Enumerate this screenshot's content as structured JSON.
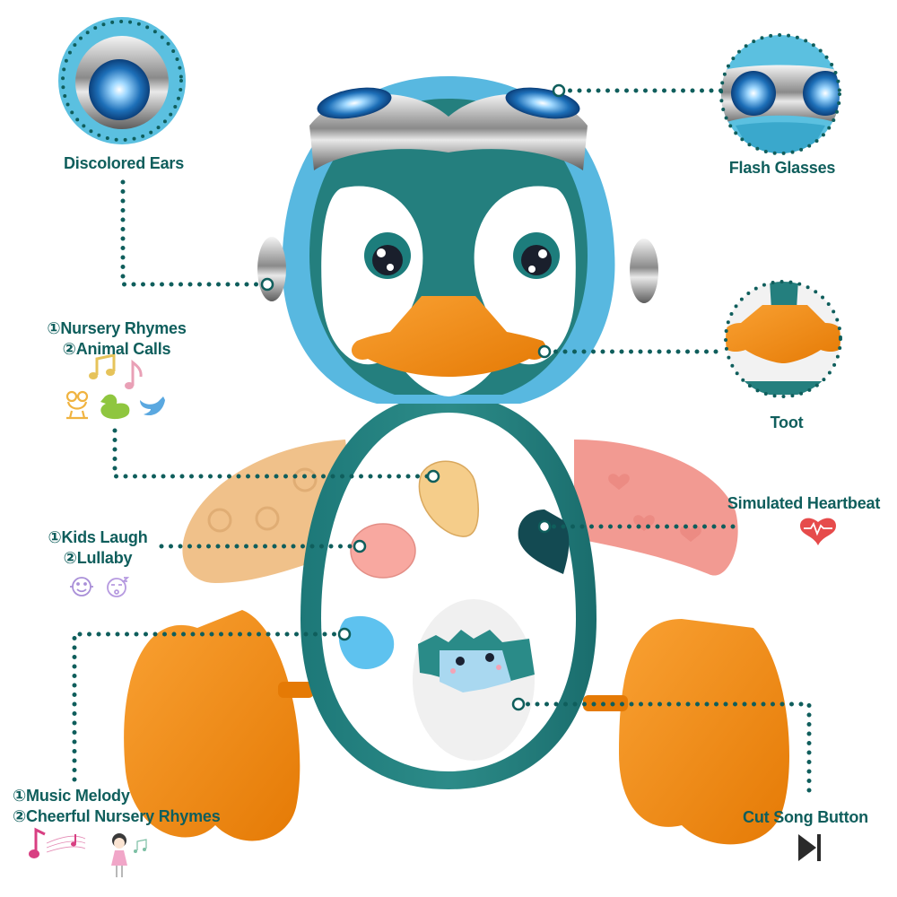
{
  "infographic": {
    "subject": "Musical penguin baby toy feature diagram",
    "accent_color": "#0f5e5c",
    "features": [
      {
        "id": "ears",
        "label": "Discolored Ears",
        "lines": [
          "Discolored Ears"
        ],
        "inset": "chrome ear with blue light",
        "icons": []
      },
      {
        "id": "glasses",
        "label": "Flash Glasses",
        "lines": [
          "Flash Glasses"
        ],
        "inset": "light-up blue goggles",
        "icons": []
      },
      {
        "id": "hand-button",
        "lines": [
          "①Nursery Rhymes",
          "②Animal Calls"
        ],
        "icons": [
          "music-note-icon",
          "pink-music-note-icon",
          "frog-icon",
          "duck-icon",
          "bird-icon"
        ]
      },
      {
        "id": "beak",
        "label": "Toot",
        "lines": [
          "Toot"
        ],
        "inset": "orange beak",
        "icons": []
      },
      {
        "id": "heart-button",
        "label": "Simulated Heartbeat",
        "lines": [
          "Simulated Heartbeat"
        ],
        "icons": [
          "heartbeat-icon"
        ]
      },
      {
        "id": "bell-button",
        "lines": [
          "①Kids Laugh",
          "②Lullaby"
        ],
        "icons": [
          "smiling-baby-icon",
          "sleeping-baby-icon"
        ]
      },
      {
        "id": "note-button",
        "lines": [
          "①Music Melody",
          "②Cheerful Nursery Rhymes"
        ],
        "icons": [
          "music-staff-icon",
          "singing-girl-icon"
        ]
      },
      {
        "id": "egg-button",
        "label": "Cut Song Button",
        "lines": [
          "Cut Song Button"
        ],
        "icons": [
          "skip-next-icon"
        ]
      }
    ]
  }
}
